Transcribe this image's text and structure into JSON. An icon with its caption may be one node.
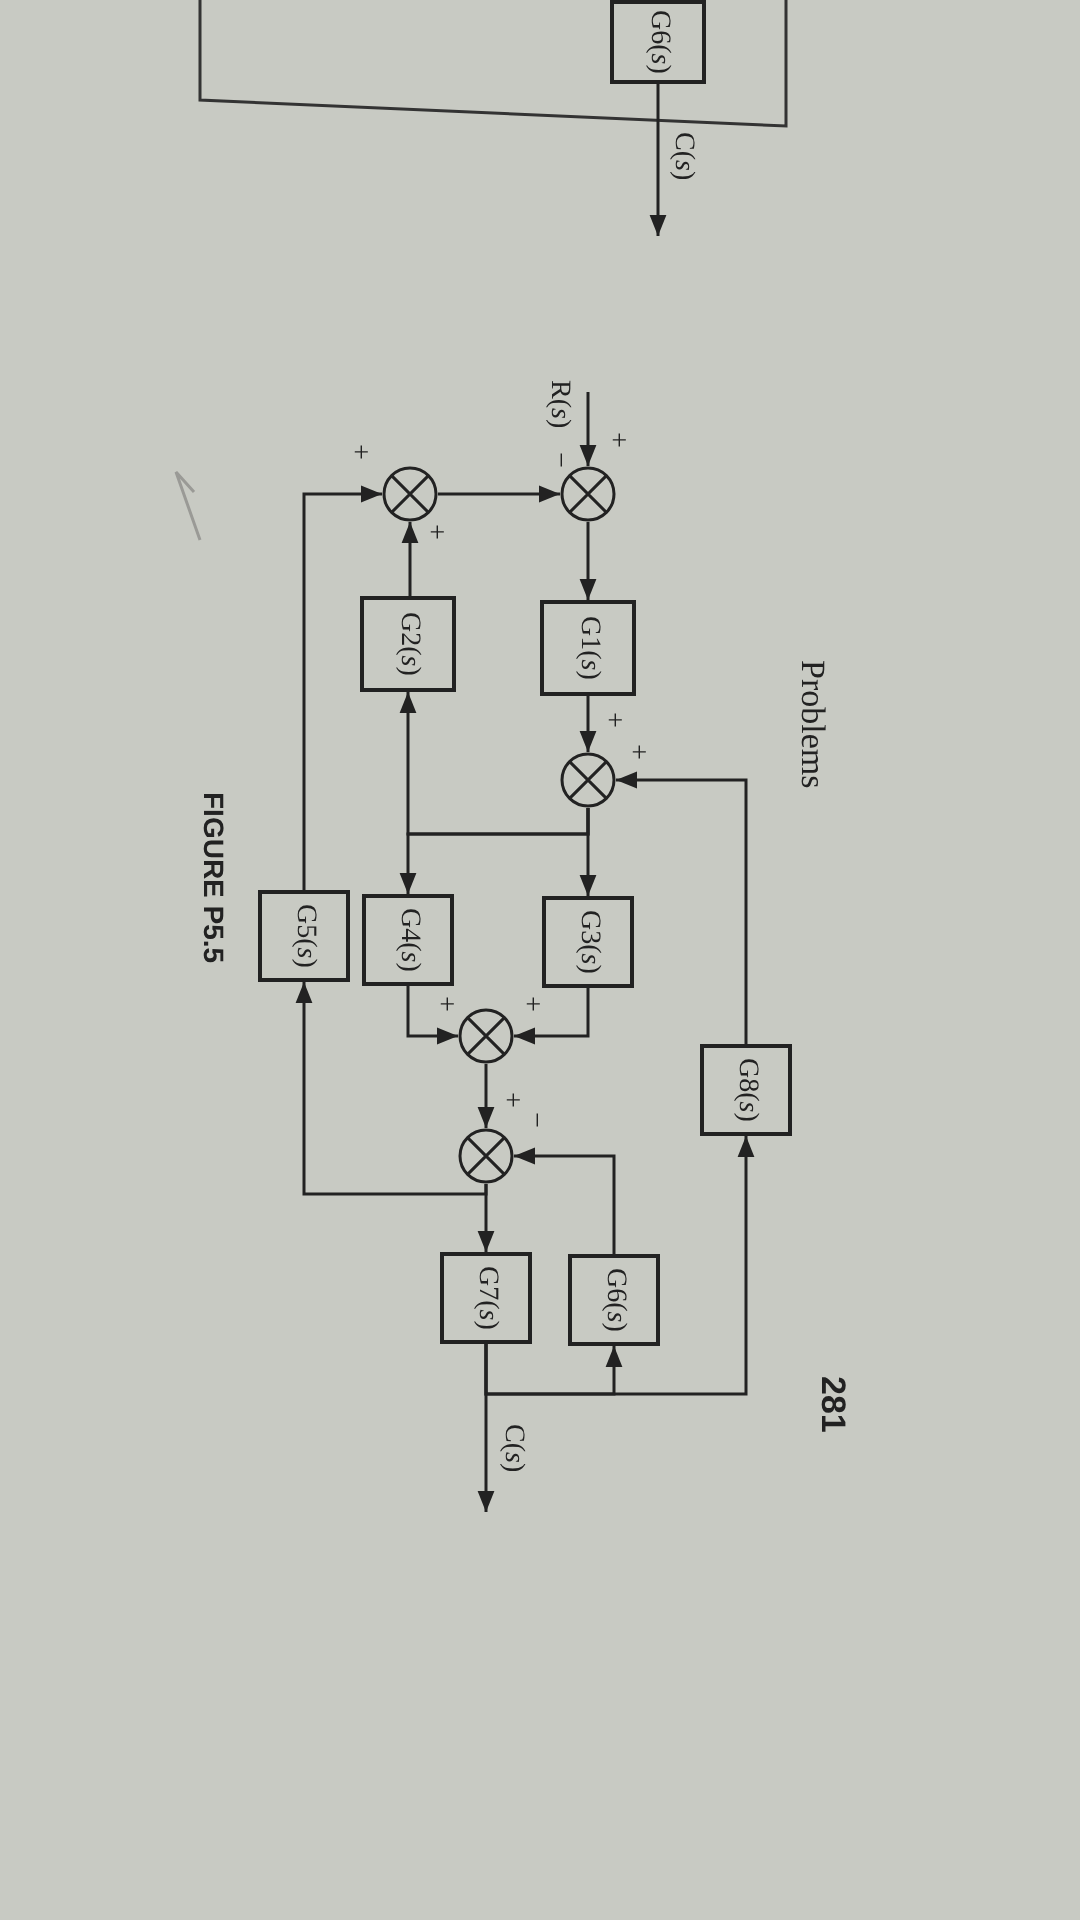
{
  "diagram": {
    "nodes": [
      {
        "text": [
          "G6(*s*)"
        ]
      },
      {
        "text": [],
        "shape": "circle"
      },
      {
        "text": [],
        "shape": "circle"
      },
      {
        "text": [
          "G2(*s*)"
        ]
      },
      {
        "text": [
          "G1(*s*)"
        ]
      },
      {
        "text": [],
        "shape": "circle"
      },
      {
        "text": [
          "G5(*s*)"
        ]
      },
      {
        "text": [
          "G4(*s*)"
        ]
      },
      {
        "text": [
          "G3(*s*)"
        ]
      },
      {
        "text": [],
        "shape": "circle"
      },
      {
        "text": [
          "G8(*s*)"
        ]
      },
      {
        "text": [],
        "shape": "circle"
      },
      {
        "text": [
          "G7(*s*)"
        ]
      },
      {
        "text": [
          "G6(*s*)"
        ]
      }
    ],
    "edges": [
      {
        "from": 0,
        "to": null,
        "arrow": "to",
        "label": "C(*s*)"
      },
      {
        "from": null,
        "to": 2,
        "arrow": "to",
        "label": "R(*s*)"
      },
      {
        "from": 1,
        "to": 2,
        "arrow": "to"
      },
      {
        "from": 2,
        "to": 4,
        "arrow": "to"
      },
      {
        "from": 4,
        "to": 5,
        "arrow": "to"
      },
      {
        "from": 10,
        "to": 5,
        "arrow": "to"
      },
      {
        "from": 5,
        "to": 8,
        "arrow": "to"
      },
      {
        "from": 5,
        "to": 7,
        "arrow": "to"
      },
      {
        "from": 5,
        "to": 3,
        "arrow": "to"
      },
      {
        "from": 3,
        "to": 1,
        "arrow": "to"
      },
      {
        "from": 7,
        "to": 9,
        "arrow": "to"
      },
      {
        "from": 8,
        "to": 9,
        "arrow": "to"
      },
      {
        "from": 9,
        "to": 11,
        "arrow": "to"
      },
      {
        "from": 13,
        "to": 11,
        "arrow": "to"
      },
      {
        "from": 11,
        "to": 12,
        "arrow": "to"
      },
      {
        "from": 11,
        "to": 6,
        "arrow": "to"
      },
      {
        "from": 6,
        "to": 1,
        "arrow": "to"
      },
      {
        "from": 12,
        "to": null,
        "arrow": "to",
        "label": "C(*s*)"
      },
      {
        "from": 12,
        "to": 13,
        "arrow": "to"
      },
      {
        "from": 12,
        "to": 10,
        "arrow": "to"
      }
    ],
    "labels": [
      "Problems",
      "281",
      "+",
      "+",
      "+",
      "−",
      "+",
      "+",
      "+",
      "+",
      "+",
      "−",
      "FIGURE P5.5"
    ]
  }
}
